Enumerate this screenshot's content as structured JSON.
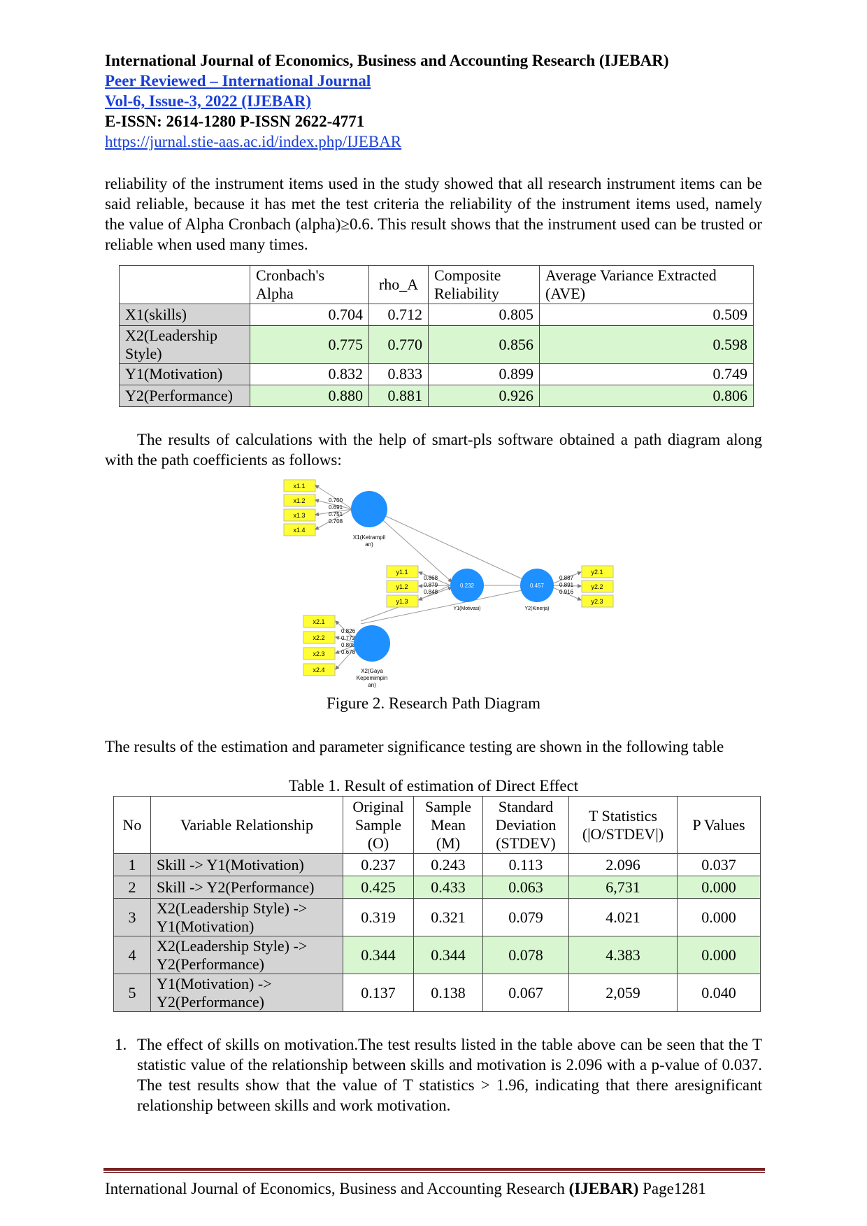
{
  "header": {
    "journal": "International Journal of Economics, Business and Accounting Research (IJEBAR)",
    "peer": "Peer Reviewed – International Journal",
    "vol": "Vol-6, Issue-3, 2022 (IJEBAR)",
    "issn": "E-ISSN: 2614-1280 P-ISSN 2622-4771",
    "url": "https://jurnal.stie-aas.ac.id/index.php/IJEBAR"
  },
  "para1": "reliability of the instrument items used in the study showed that all research instrument items can be said reliable, because it has met the test criteria the reliability of the instrument items used, namely the value of Alpha Cronbach (alpha)≥0.6. This result shows that the instrument used can be trusted or reliable when used many times.",
  "reliability_table": {
    "headers": [
      "",
      "Cronbach's Alpha",
      "rho_A",
      "Composite Reliability",
      "Average Variance Extracted (AVE)"
    ],
    "rows": [
      {
        "label": "X1(skills)",
        "alpha": "0.704",
        "rho": "0.712",
        "cr": "0.805",
        "ave": "0.509"
      },
      {
        "label": "X2(Leadership Style)",
        "alpha": "0.775",
        "rho": "0.770",
        "cr": "0.856",
        "ave": "0.598"
      },
      {
        "label": "Y1(Motivation)",
        "alpha": "0.832",
        "rho": "0.833",
        "cr": "0.899",
        "ave": "0.749"
      },
      {
        "label": "Y2(Performance)",
        "alpha": "0.880",
        "rho": "0.881",
        "cr": "0.926",
        "ave": "0.806"
      }
    ]
  },
  "para2": "The results of calculations with the help of smart-pls software obtained a path diagram along with the path coefficients as follows:",
  "diagram": {
    "x1_items": [
      "x1.1",
      "x1.2",
      "x1.3",
      "x1.4"
    ],
    "x1_loadings": [
      "0.700",
      "0.691",
      "0.751",
      "0.708"
    ],
    "x1_label_1": "X1(Ketrampil",
    "x1_label_2": "an)",
    "y1_items": [
      "y1.1",
      "y1.2",
      "y1.3"
    ],
    "y1_loadings": [
      "0.868",
      "0.879",
      "0.848"
    ],
    "y1_r2": "0.232",
    "y1_label": "Y1(Motivasi)",
    "y2_items": [
      "y2.1",
      "y2.2",
      "y2.3"
    ],
    "y2_loadings": [
      "0.887",
      "0.891",
      "0.916"
    ],
    "y2_r2": "0.457",
    "y2_label": "Y2(Kinerja)",
    "x2_items": [
      "x2.1",
      "x2.2",
      "x2.3",
      "x2.4"
    ],
    "x2_loadings": [
      "0.826",
      "0.772",
      "0.808",
      "0.678"
    ],
    "x2_label_1": "X2(Gaya",
    "x2_label_2": "Kepemimpin",
    "x2_label_3": "an)",
    "colors": {
      "construct": "#1e90ff",
      "indicator": "#ffff33"
    }
  },
  "figure_caption": "Figure 2. Research Path Diagram",
  "para3": "The results of the estimation and parameter significance testing are shown in the following table",
  "table1_caption": "Table 1. Result of estimation of Direct Effect",
  "effect_table": {
    "headers": {
      "no": "No",
      "rel": "Variable Relationship",
      "os": "Original Sample (O)",
      "sm": "Sample Mean (M)",
      "sd": "Standard Deviation (STDEV)",
      "t": "T Statistics (|O/STDEV|)",
      "p": "P Values"
    },
    "rows": [
      {
        "no": "1",
        "rel": "Skill -> Y1(Motivation)",
        "os": "0.237",
        "sm": "0.243",
        "sd": "0.113",
        "t": "2.096",
        "p": "0.037"
      },
      {
        "no": "2",
        "rel": "Skill -> Y2(Performance)",
        "os": "0.425",
        "sm": "0.433",
        "sd": "0.063",
        "t": "6,731",
        "p": "0.000"
      },
      {
        "no": "3",
        "rel": "X2(Leadership Style) -> Y1(Motivation)",
        "os": "0.319",
        "sm": "0.321",
        "sd": "0.079",
        "t": "4.021",
        "p": "0.000"
      },
      {
        "no": "4",
        "rel": "X2(Leadership Style) -> Y2(Performance)",
        "os": "0.344",
        "sm": "0.344",
        "sd": "0.078",
        "t": "4.383",
        "p": "0.000"
      },
      {
        "no": "5",
        "rel": "Y1(Motivation) -> Y2(Performance)",
        "os": "0.137",
        "sm": "0.138",
        "sd": "0.067",
        "t": "2,059",
        "p": "0.040"
      }
    ]
  },
  "list_item_1": {
    "num": "1.",
    "text": "The effect of skills on motivation.The test results listed in the table above can be seen that the T statistic value of the relationship between skills and motivation is 2.096 with a p-value of 0.037. The test results show that the value of T statistics > 1.96, indicating that there aresignificant relationship between skills and work motivation."
  },
  "footer": {
    "text": "International Journal of Economics, Business and Accounting Research ",
    "bold": "(IJEBAR)",
    "page": " Page1281"
  }
}
